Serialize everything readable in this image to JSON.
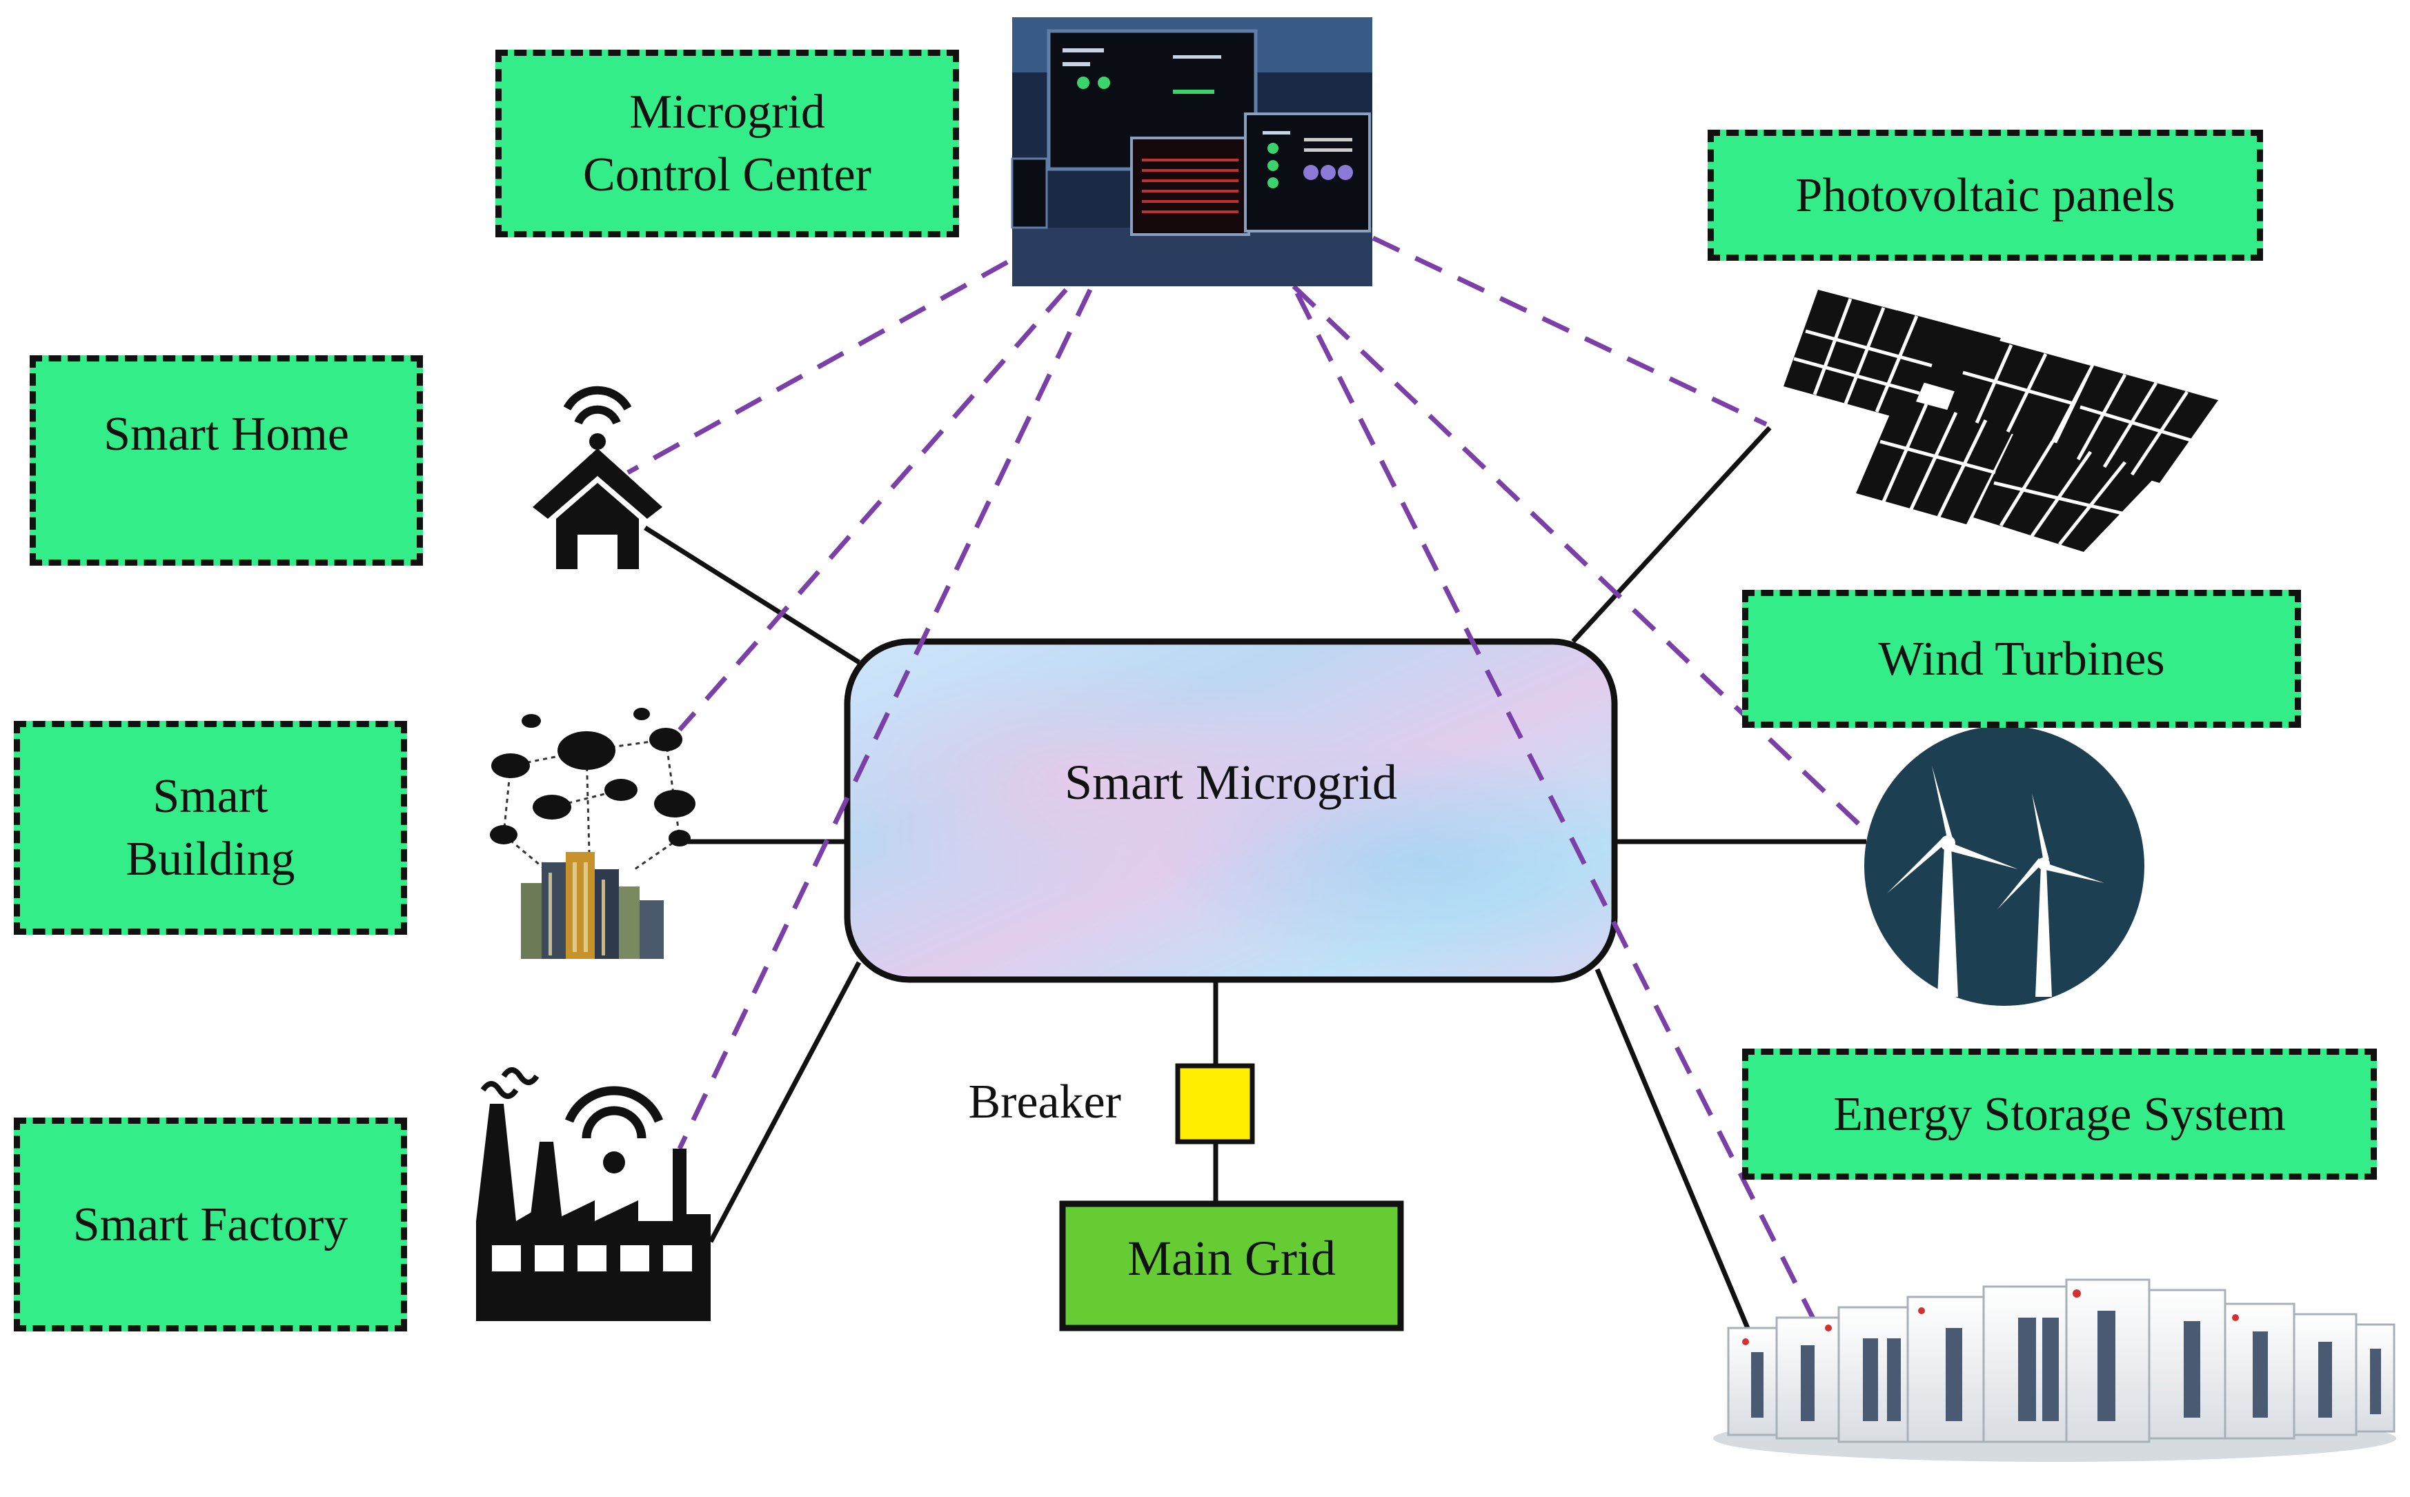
{
  "labels": {
    "control_center": "Microgrid\nControl Center",
    "photovoltaic": "Photovoltaic panels",
    "smart_home": "Smart Home",
    "smart_building": "Smart\nBuilding",
    "smart_factory": "Smart Factory",
    "wind_turbines": "Wind Turbines",
    "energy_storage": "Energy Storage System",
    "hub": "Smart Microgrid",
    "breaker": "Breaker",
    "main_grid": "Main Grid"
  },
  "colors": {
    "label_box_fill": "#33ee88",
    "communication_link": "#7b3fa8",
    "power_link": "#111111",
    "breaker_fill": "#ffee00",
    "main_grid_fill": "#66cc33",
    "turbine_disc": "#1d3f52"
  },
  "icons": {
    "control_center": "control-room-monitors-image",
    "smart_home": "wifi-house-icon",
    "smart_building": "cloud-network-city-icon",
    "smart_factory": "wifi-factory-icon",
    "photovoltaic": "solar-panels-icon",
    "wind_turbines": "wind-turbines-icon",
    "energy_storage": "battery-container-icon"
  }
}
